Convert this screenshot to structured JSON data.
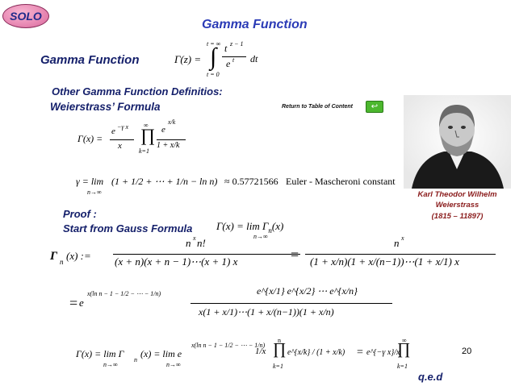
{
  "badge": "SOLO",
  "header": {
    "title": "Gamma Function"
  },
  "definition": {
    "label": "Gamma Function",
    "formula_lhs": "Γ(z) =",
    "upper_limit": "t = ∞",
    "lower_limit": "t = 0",
    "numerator": "t",
    "numerator_exp": "z − 1",
    "denominator": "e",
    "denominator_exp": "t",
    "dt": "dt"
  },
  "section": {
    "heading": "Other Gamma Function Definitios:",
    "formula_name": "Weierstrass’ Formula",
    "toc_link": "Return to Table of Content"
  },
  "weierstrass": {
    "lhs": "Γ(x) =",
    "front_num": "e",
    "front_num_exp": "−γ x",
    "front_den": "x",
    "prod_top": "∞",
    "prod_bottom": "k=1",
    "prod_num": "e",
    "prod_num_exp": "x/k",
    "prod_den": "1 + x/k"
  },
  "euler": {
    "lhs": "γ = lim",
    "lim_sub": "n→∞",
    "body": "(1 + 1/2 + ⋯ + 1/n − ln n)",
    "value": "≈ 0.57721566",
    "label": "Euler - Mascheroni constant"
  },
  "proof": {
    "label": "Proof :",
    "start": "Start from Gauss Formula",
    "gauss": "Γ(x) = lim Γ",
    "gauss_sub_n": "n",
    "gauss_tail": "(x)",
    "gauss_lim_sub": "n→∞"
  },
  "step1": {
    "lhs": "Γ",
    "lhs_sub": "n",
    "lhs_tail": "(x) :=",
    "num": "n",
    "num_exp": "x",
    "num_tail": " n!",
    "den": "(x + n)(x + n − 1)⋯(x + 1) x",
    "eq": "=",
    "rhs_num": "n",
    "rhs_num_exp": "x",
    "rhs_den": "(1 + x/n)(1 + x/(n−1))⋯(1 + x/1) x"
  },
  "step2": {
    "eq": "=",
    "exp_base": "e",
    "exp": "x(ln n − 1 − 1/2 − ⋯ − 1/n)",
    "num": "e^{x/1} e^{x/2} ⋯ e^{x/n}",
    "den": "x(1 + x/1)⋯(1 + x/(n−1))(1 + x/n)"
  },
  "step3": {
    "lhs": "Γ(x) = lim Γ",
    "lhs_sub": "n",
    "mid": "(x) = lim e",
    "lim_sub": "n→∞",
    "exp": "x(ln n − 1 − 1/2 − ⋯ − 1/n)",
    "prod1_coef": "1/x",
    "prod_top": "n",
    "prod_bottom": "k=1",
    "prod_term": "e^{x/k} / (1 + x/k)",
    "eq": "=",
    "rhs_front": "e^{−γ x}/x",
    "rhs_top": "∞",
    "rhs_bottom": "k=1"
  },
  "portrait": {
    "caption_name": "Karl Theodor Wilhelm",
    "caption_surname": "Weierstrass",
    "caption_years": "(1815 – 11897)"
  },
  "footer": {
    "page_number": "20",
    "qed": "q.e.d"
  },
  "colors": {
    "title": "#2b3bb6",
    "subtitle": "#15206b",
    "caption": "#8a1b1b",
    "badge": "#e98cb5",
    "toc_button": "#4cb72e"
  }
}
